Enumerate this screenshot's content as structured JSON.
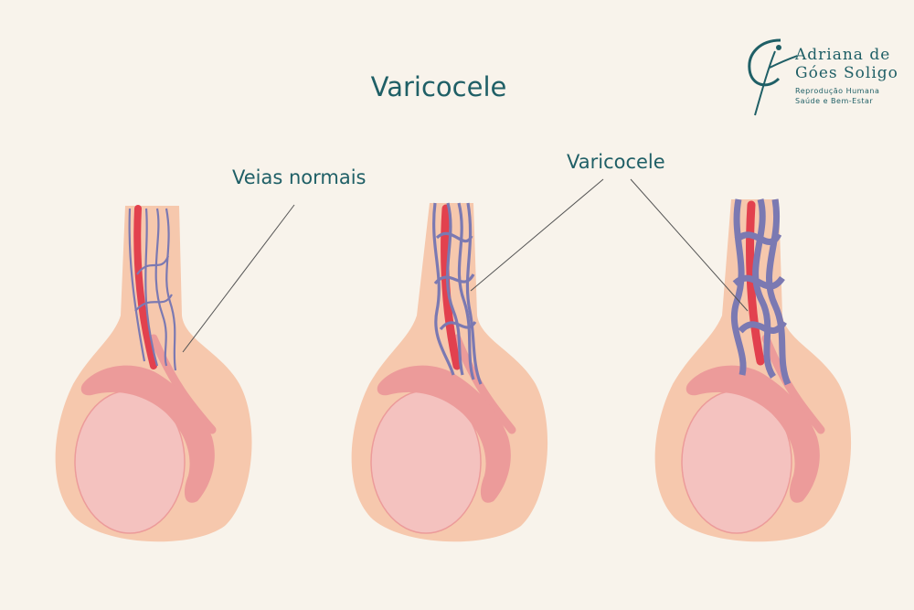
{
  "title": "Varicocele",
  "labels": {
    "normal": "Veias normais",
    "varicocele": "Varicocele"
  },
  "logo": {
    "line1": "Adriana de",
    "line2": "Góes Soligo",
    "line3": "Reprodução Humana",
    "line4": "Saúde e Bem-Estar"
  },
  "colors": {
    "background": "#f8f3eb",
    "skin": "#f6c8ad",
    "testis": "#f4c2bf",
    "epididymis": "#ec9b9a",
    "artery": "#e2414e",
    "vein": "#7b79b2",
    "text": "#1f5f66"
  }
}
